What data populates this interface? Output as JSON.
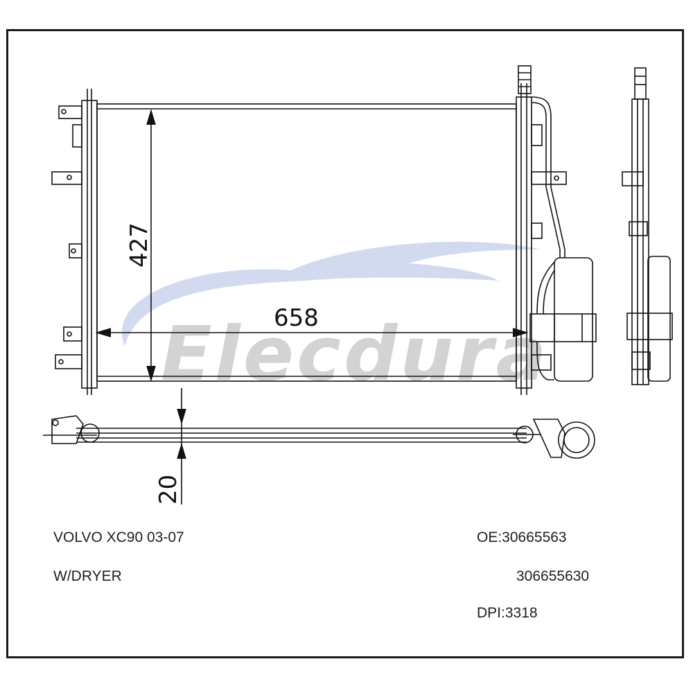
{
  "watermark": {
    "brand": "Elecdura",
    "swoosh_color": "#c9d3ec",
    "text_color": "#d3d3d3"
  },
  "dimensions": {
    "width": "658",
    "height": "427",
    "thickness": "20"
  },
  "info": {
    "model": "VOLVO XC90 03-07",
    "variant": "W/DRYER",
    "oe_line1": "OE:30665563",
    "oe_line2": "306655630",
    "dpi": "DPI:3318"
  },
  "colors": {
    "line": "#111111",
    "frame": "#1a1a1a"
  }
}
